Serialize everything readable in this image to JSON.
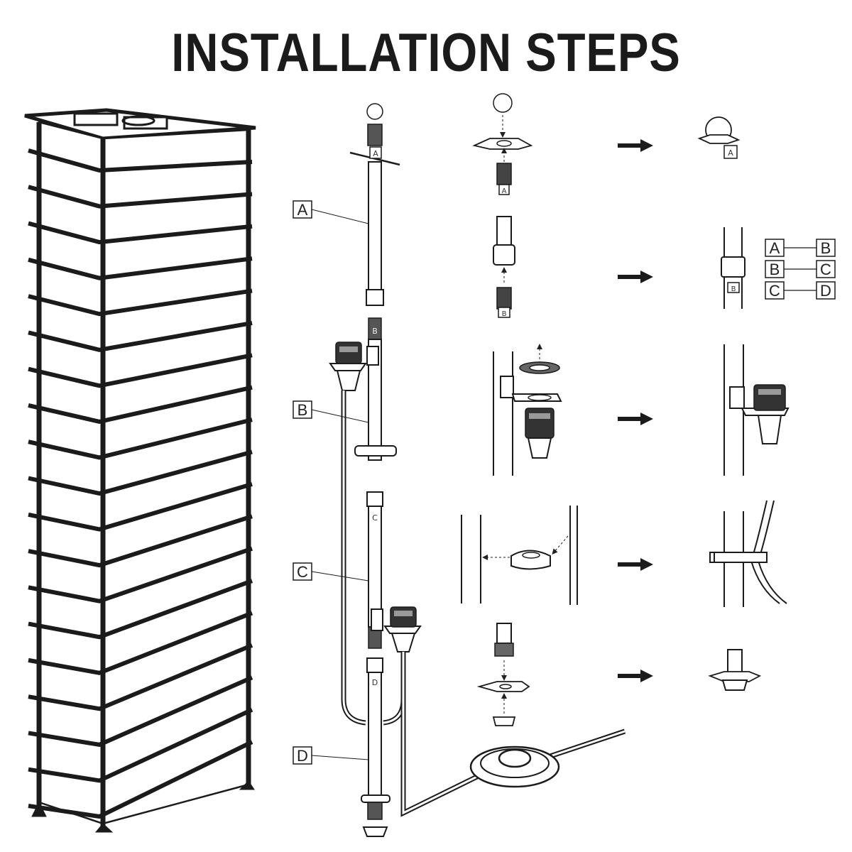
{
  "title": "INSTALLATION STEPS",
  "callouts": {
    "a": "A",
    "b": "B",
    "c": "C",
    "d": "D"
  },
  "joint_tags": {
    "top": "A",
    "b_pole": "B",
    "c_pole": "C",
    "d_pole": "D",
    "step1_result": "A",
    "step1_screw": "A",
    "step2_screw": "B",
    "step2_result": "B"
  },
  "pairings": [
    {
      "left": "A",
      "right": "B"
    },
    {
      "left": "B",
      "right": "C"
    },
    {
      "left": "C",
      "right": "D"
    }
  ],
  "icons": [
    "arrow-right-icon",
    "finial-icon",
    "bulb-socket-icon",
    "foot-switch-icon"
  ],
  "colors": {
    "ink": "#1b1b1b",
    "paper": "#ffffff"
  }
}
